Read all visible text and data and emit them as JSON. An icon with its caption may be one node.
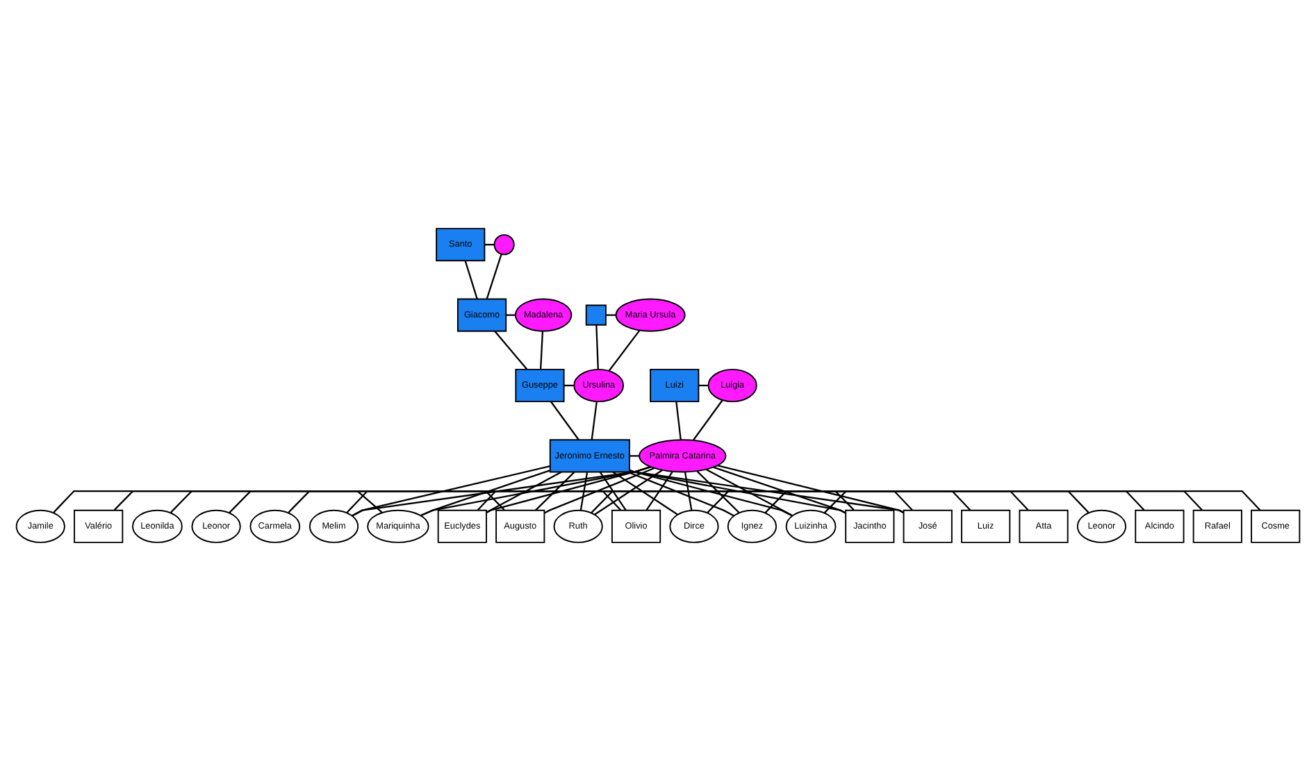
{
  "diagram": {
    "nodes": [
      {
        "text": [
          "Santo"
        ]
      },
      {
        "text": [],
        "shape": "circle"
      },
      {
        "text": [
          "Giacomo"
        ]
      },
      {
        "text": [
          "Madalena"
        ]
      },
      {
        "text": [],
        "shape": "box"
      },
      {
        "text": [
          "Maria Ursula"
        ]
      },
      {
        "text": [
          "Guseppe"
        ]
      },
      {
        "text": [
          "Ursulina"
        ]
      },
      {
        "text": [
          "Luizi"
        ]
      },
      {
        "text": [
          "Luigia"
        ]
      },
      {
        "text": [
          "Jeronimo Ernesto"
        ]
      },
      {
        "text": [
          "Palmira Catarina"
        ]
      },
      {
        "text": [
          "Carmela"
        ]
      },
      {
        "text": [
          "José"
        ]
      },
      {
        "text": [
          "Leonor"
        ]
      },
      {
        "text": [
          "Jacintho"
        ]
      },
      {
        "text": [
          "Valério"
        ]
      },
      {
        "text": [
          "Mariquinha"
        ]
      },
      {
        "text": [
          "Jamile"
        ]
      },
      {
        "text": [
          "Augusto"
        ]
      },
      {
        "text": [
          "Leonilda"
        ]
      },
      {
        "text": [
          "Olivio"
        ]
      },
      {
        "text": [
          "Ignez"
        ]
      },
      {
        "text": [
          "Luiz"
        ]
      },
      {
        "text": [
          "Melim"
        ]
      },
      {
        "text": [
          "Atta"
        ]
      },
      {
        "text": [
          "Euclydes"
        ]
      },
      {
        "text": [
          "Leonor"
        ]
      },
      {
        "text": [
          "Ruth"
        ]
      },
      {
        "text": [
          "Alcindo"
        ]
      },
      {
        "text": [
          "Dirce"
        ]
      },
      {
        "text": [
          "Rafael"
        ]
      },
      {
        "text": [
          "Luizinha"
        ]
      },
      {
        "text": [
          "Cosme"
        ]
      }
    ],
    "edges": [
      {
        "from": 0,
        "to": 1,
        "arrow": "none"
      },
      {
        "from": 0,
        "to": 2,
        "arrow": "none"
      },
      {
        "from": 1,
        "to": 2,
        "arrow": "none"
      },
      {
        "from": 2,
        "to": 3,
        "arrow": "none"
      },
      {
        "from": 4,
        "to": 5,
        "arrow": "none"
      },
      {
        "from": 2,
        "to": 6,
        "arrow": "none"
      },
      {
        "from": 3,
        "to": 6,
        "arrow": "none"
      },
      {
        "from": 4,
        "to": 7,
        "arrow": "none"
      },
      {
        "from": 5,
        "to": 7,
        "arrow": "none"
      },
      {
        "from": 6,
        "to": 7,
        "arrow": "none"
      },
      {
        "from": 8,
        "to": 9,
        "arrow": "none"
      },
      {
        "from": 6,
        "to": 10,
        "arrow": "none"
      },
      {
        "from": 7,
        "to": 10,
        "arrow": "none"
      },
      {
        "from": 8,
        "to": 11,
        "arrow": "none"
      },
      {
        "from": 9,
        "to": 11,
        "arrow": "none"
      },
      {
        "from": 10,
        "to": 11,
        "arrow": "none"
      },
      {
        "from": 10,
        "to": 13,
        "arrow": "none"
      },
      {
        "from": 11,
        "to": 13,
        "arrow": "none"
      },
      {
        "from": 10,
        "to": 15,
        "arrow": "none"
      },
      {
        "from": 11,
        "to": 15,
        "arrow": "none"
      },
      {
        "from": 10,
        "to": 17,
        "arrow": "none"
      },
      {
        "from": 11,
        "to": 17,
        "arrow": "none"
      },
      {
        "from": 10,
        "to": 19,
        "arrow": "none"
      },
      {
        "from": 11,
        "to": 19,
        "arrow": "none"
      },
      {
        "from": 10,
        "to": 21,
        "arrow": "none"
      },
      {
        "from": 11,
        "to": 21,
        "arrow": "none"
      },
      {
        "from": 10,
        "to": 22,
        "arrow": "none"
      },
      {
        "from": 11,
        "to": 22,
        "arrow": "none"
      },
      {
        "from": 10,
        "to": 24,
        "arrow": "none"
      },
      {
        "from": 11,
        "to": 24,
        "arrow": "none"
      },
      {
        "from": 10,
        "to": 26,
        "arrow": "none"
      },
      {
        "from": 11,
        "to": 26,
        "arrow": "none"
      },
      {
        "from": 10,
        "to": 28,
        "arrow": "none"
      },
      {
        "from": 11,
        "to": 28,
        "arrow": "none"
      },
      {
        "from": 10,
        "to": 30,
        "arrow": "none"
      },
      {
        "from": 11,
        "to": 30,
        "arrow": "none"
      },
      {
        "from": 10,
        "to": 32,
        "arrow": "none"
      },
      {
        "from": 11,
        "to": 32,
        "arrow": "none"
      },
      {
        "from": 12,
        "to": 13,
        "arrow": "none"
      },
      {
        "from": 14,
        "to": 15,
        "arrow": "none"
      },
      {
        "from": 16,
        "to": 17,
        "arrow": "none"
      },
      {
        "from": 18,
        "to": 19,
        "arrow": "none"
      },
      {
        "from": 20,
        "to": 21,
        "arrow": "none"
      },
      {
        "from": 22,
        "to": 23,
        "arrow": "none"
      },
      {
        "from": 24,
        "to": 25,
        "arrow": "none"
      },
      {
        "from": 26,
        "to": 27,
        "arrow": "none"
      },
      {
        "from": 28,
        "to": 29,
        "arrow": "none"
      },
      {
        "from": 30,
        "to": 31,
        "arrow": "none"
      },
      {
        "from": 32,
        "to": 33,
        "arrow": "none"
      }
    ]
  }
}
